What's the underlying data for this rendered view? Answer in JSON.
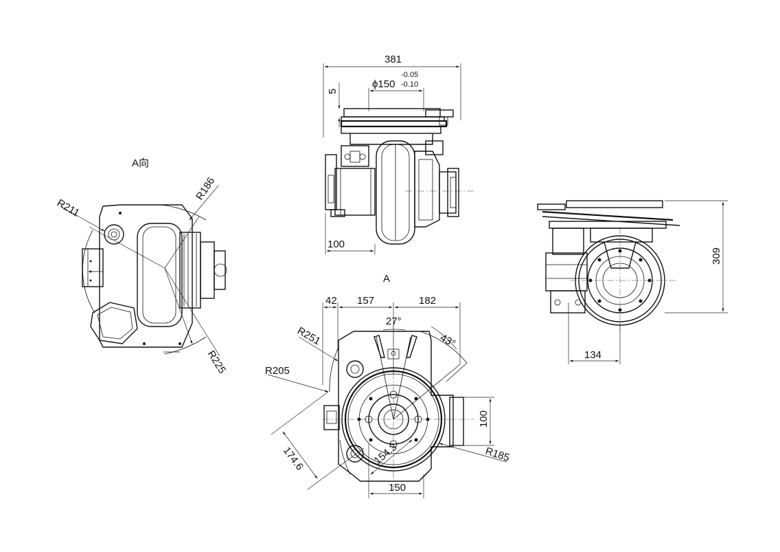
{
  "views": {
    "front": {
      "dim_width": "381",
      "dim_diameter": "ϕ150",
      "tol_upper": "-0.05",
      "tol_lower": "-0.10",
      "dim_step": "5",
      "dim_height": "100"
    },
    "side": {
      "dim_height": "309",
      "dim_offset": "134"
    },
    "view_a": {
      "title": "A向",
      "dim_r211": "R211",
      "dim_r186": "R186",
      "dim_r225": "R225"
    },
    "top": {
      "label": "A",
      "dim_42": "42",
      "dim_157": "157",
      "dim_182": "182",
      "angle_27": "27°",
      "angle_43": "43°",
      "dim_r251": "R251",
      "dim_r205": "R205",
      "dim_100": "100",
      "dim_r185": "R185",
      "dim_1746": "174.6",
      "dim_1543": "154.3",
      "dim_150": "150"
    }
  }
}
